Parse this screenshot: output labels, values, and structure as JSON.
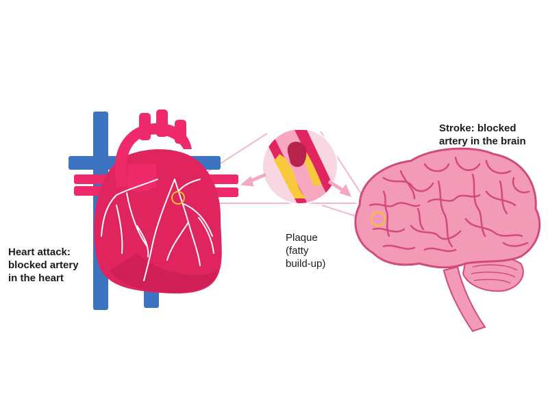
{
  "labels": {
    "heart": [
      "Heart attack:",
      "blocked artery",
      "in the heart"
    ],
    "stroke": [
      "Stroke: blocked",
      "artery in the brain"
    ],
    "plaque": [
      "Plaque",
      "(fatty",
      "build-up)"
    ]
  },
  "colors": {
    "heart": "#e0245e",
    "heart_dark": "#c31c50",
    "aorta": "#ef2a6b",
    "vein": "#3d74c2",
    "brain": "#f29ab6",
    "brain_line": "#d24a7a",
    "plaque": "#f8c93a",
    "highlight": "#f2c230",
    "connector": "#f4b6cb"
  },
  "icons": [
    "heart-illustration",
    "brain-illustration",
    "artery-cross-section"
  ]
}
